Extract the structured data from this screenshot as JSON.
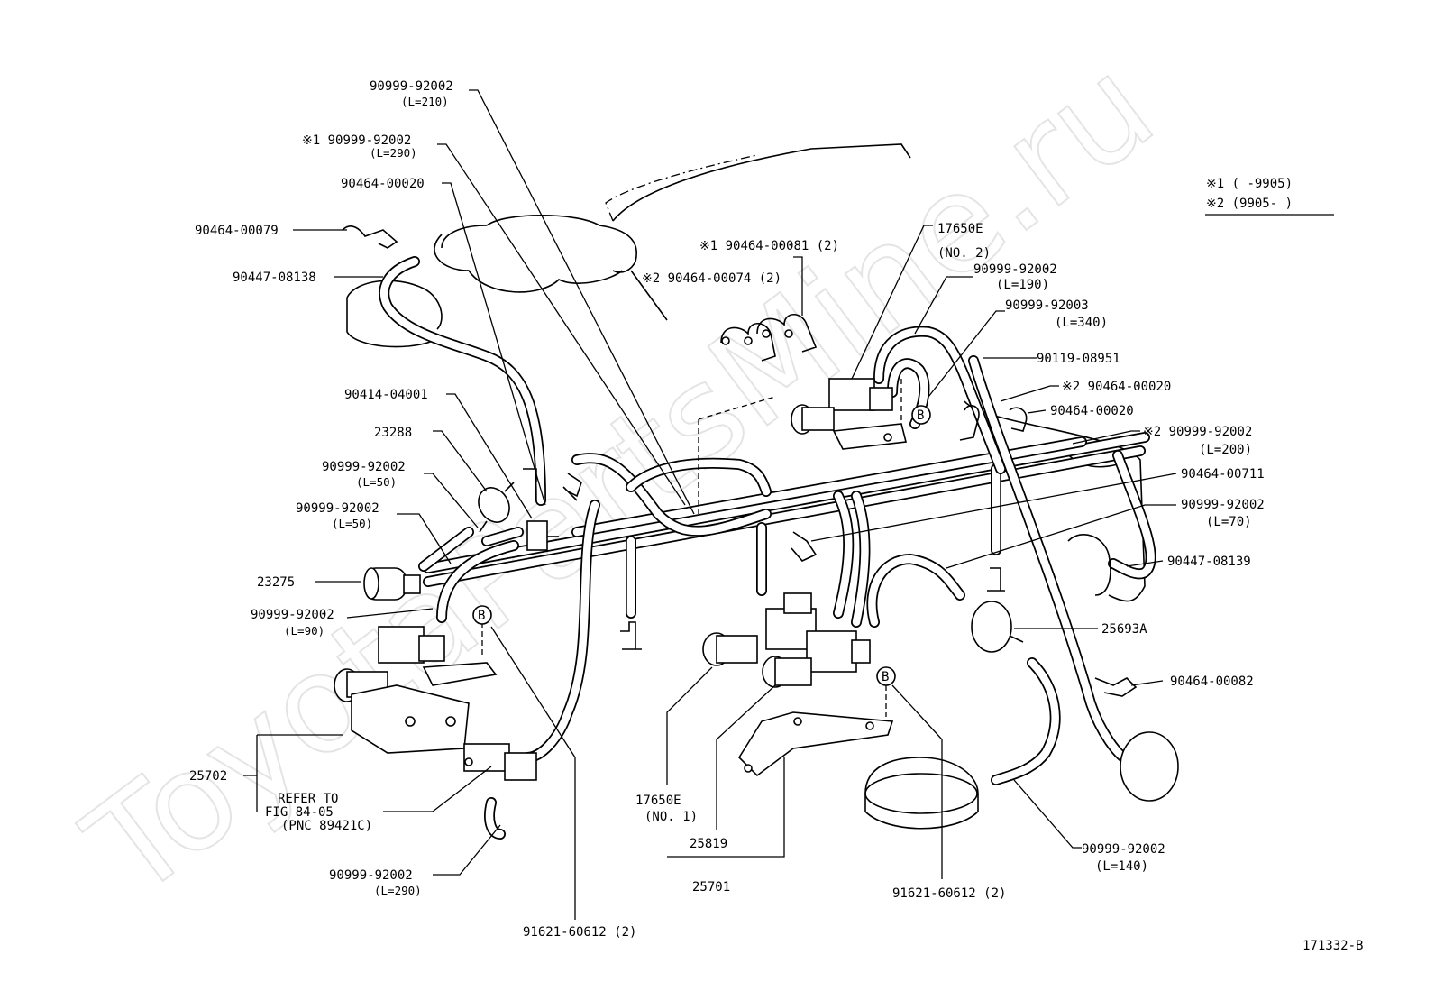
{
  "watermark": "ToyotaPartsMine.ru",
  "figure_id": "171332-B",
  "legend": {
    "row1": "※1 (     -9905)",
    "row2": "※2 (9905-     )"
  },
  "labels": {
    "l01": "90999-92002",
    "l01s": "(L=210)",
    "l02": "※1 90999-92002",
    "l02s": "(L=290)",
    "l03": "90464-00020",
    "l04": "90464-00079",
    "l05": "90447-08138",
    "l06": "※1 90464-00081 (2)",
    "l07": "※2 90464-00074 (2)",
    "l08": "17650E",
    "l08s": "(NO. 2)",
    "l09": "90999-92002",
    "l09s": "(L=190)",
    "l10": "90999-92003",
    "l10s": "(L=340)",
    "l11": "90119-08951",
    "l12": "90414-04001",
    "l13": "23288",
    "l14": "90999-92002",
    "l14s": "(L=50)",
    "l15": "90999-92002",
    "l15s": "(L=50)",
    "l16": "23275",
    "l17": "90999-92002",
    "l17s": "(L=90)",
    "l18": "※2 90464-00020",
    "l19": "90464-00020",
    "l20": "※2 90999-92002",
    "l20s": "(L=200)",
    "l21": "90464-00711",
    "l22": "90999-92002",
    "l22s": "(L=70)",
    "l23": "90447-08139",
    "l24": "25693A",
    "l25": "90464-00082",
    "l26": "25702",
    "l27a": "REFER TO",
    "l27b": "FIG 84-05",
    "l27c": "(PNC 89421C)",
    "l28": "90999-92002",
    "l28s": "(L=290)",
    "l29": "17650E",
    "l29s": "(NO. 1)",
    "l30": "25819",
    "l31": "25701",
    "l32": "91621-60612 (2)",
    "l33": "91621-60612 (2)",
    "l34": "90999-92002",
    "l34s": "(L=140)",
    "b1": "B",
    "b2": "B",
    "b3": "B"
  }
}
